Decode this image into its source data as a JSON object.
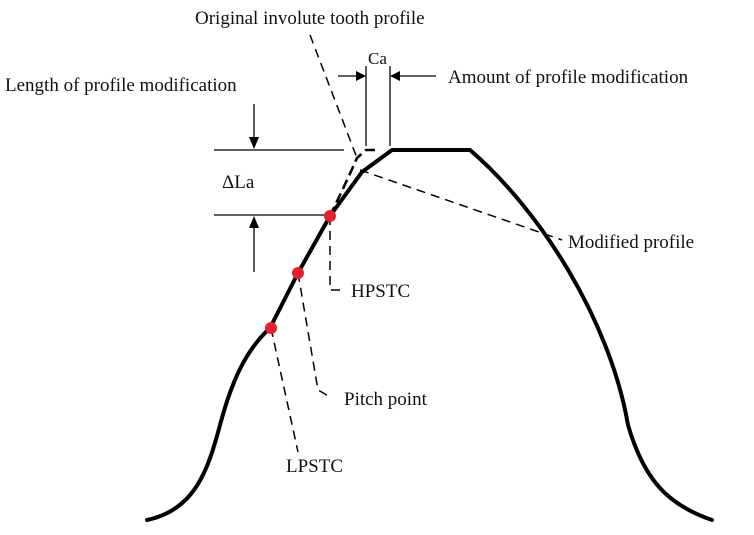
{
  "labels": {
    "original_profile": "Original involute tooth profile",
    "length_mod": "Length of profile modification",
    "ca": "Ca",
    "amount_mod": "Amount of profile modification",
    "delta_la": "ΔLa",
    "modified_profile": "Modified profile",
    "hpstc": "HPSTC",
    "pitch_point": "Pitch point",
    "lpstc": "LPSTC"
  },
  "colors": {
    "profile": "#000000",
    "marker": "#e8202a",
    "text": "#111111"
  }
}
